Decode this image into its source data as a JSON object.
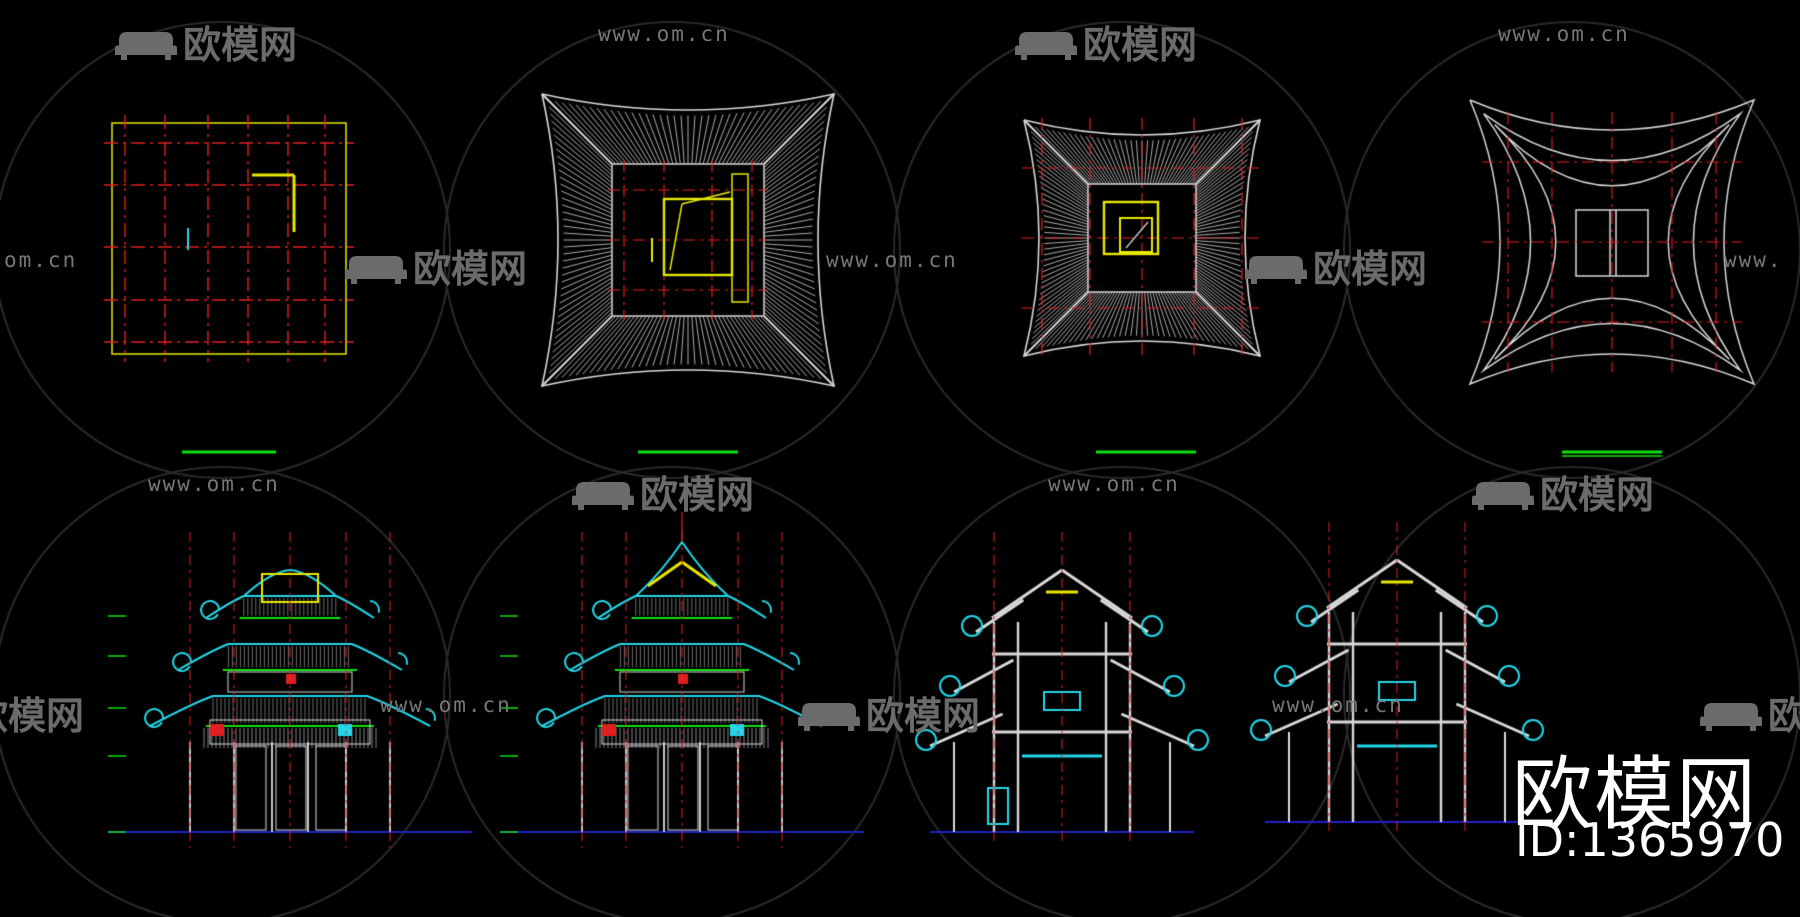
{
  "watermark": {
    "url": "www.om.cn",
    "url_partial_left": "om.cn",
    "url_partial_right": "www.",
    "logo": "欧模网",
    "logo_partial": "欧模网"
  },
  "brand": {
    "name": "欧模网",
    "id": "ID:1365970"
  },
  "colors": {
    "background": "#000000",
    "ring": "#2a2a2a",
    "axis_red": "#e02020",
    "outline_yellow": "#e8e800",
    "roof_white": "#d8d8d8",
    "cyan": "#22d8e8",
    "green": "#10e010",
    "ground_blue": "#2020c8"
  },
  "drawings": [
    {
      "kind": "plan",
      "variant": "floor-plan"
    },
    {
      "kind": "plan",
      "variant": "roof-plan-lower"
    },
    {
      "kind": "plan",
      "variant": "roof-plan-upper"
    },
    {
      "kind": "plan",
      "variant": "roof-frame-plan"
    },
    {
      "kind": "elevation",
      "variant": "front-elevation"
    },
    {
      "kind": "elevation",
      "variant": "side-elevation"
    },
    {
      "kind": "section",
      "variant": "section-a"
    },
    {
      "kind": "section",
      "variant": "section-b"
    }
  ],
  "icons": [
    "sofa-logo-icon"
  ]
}
